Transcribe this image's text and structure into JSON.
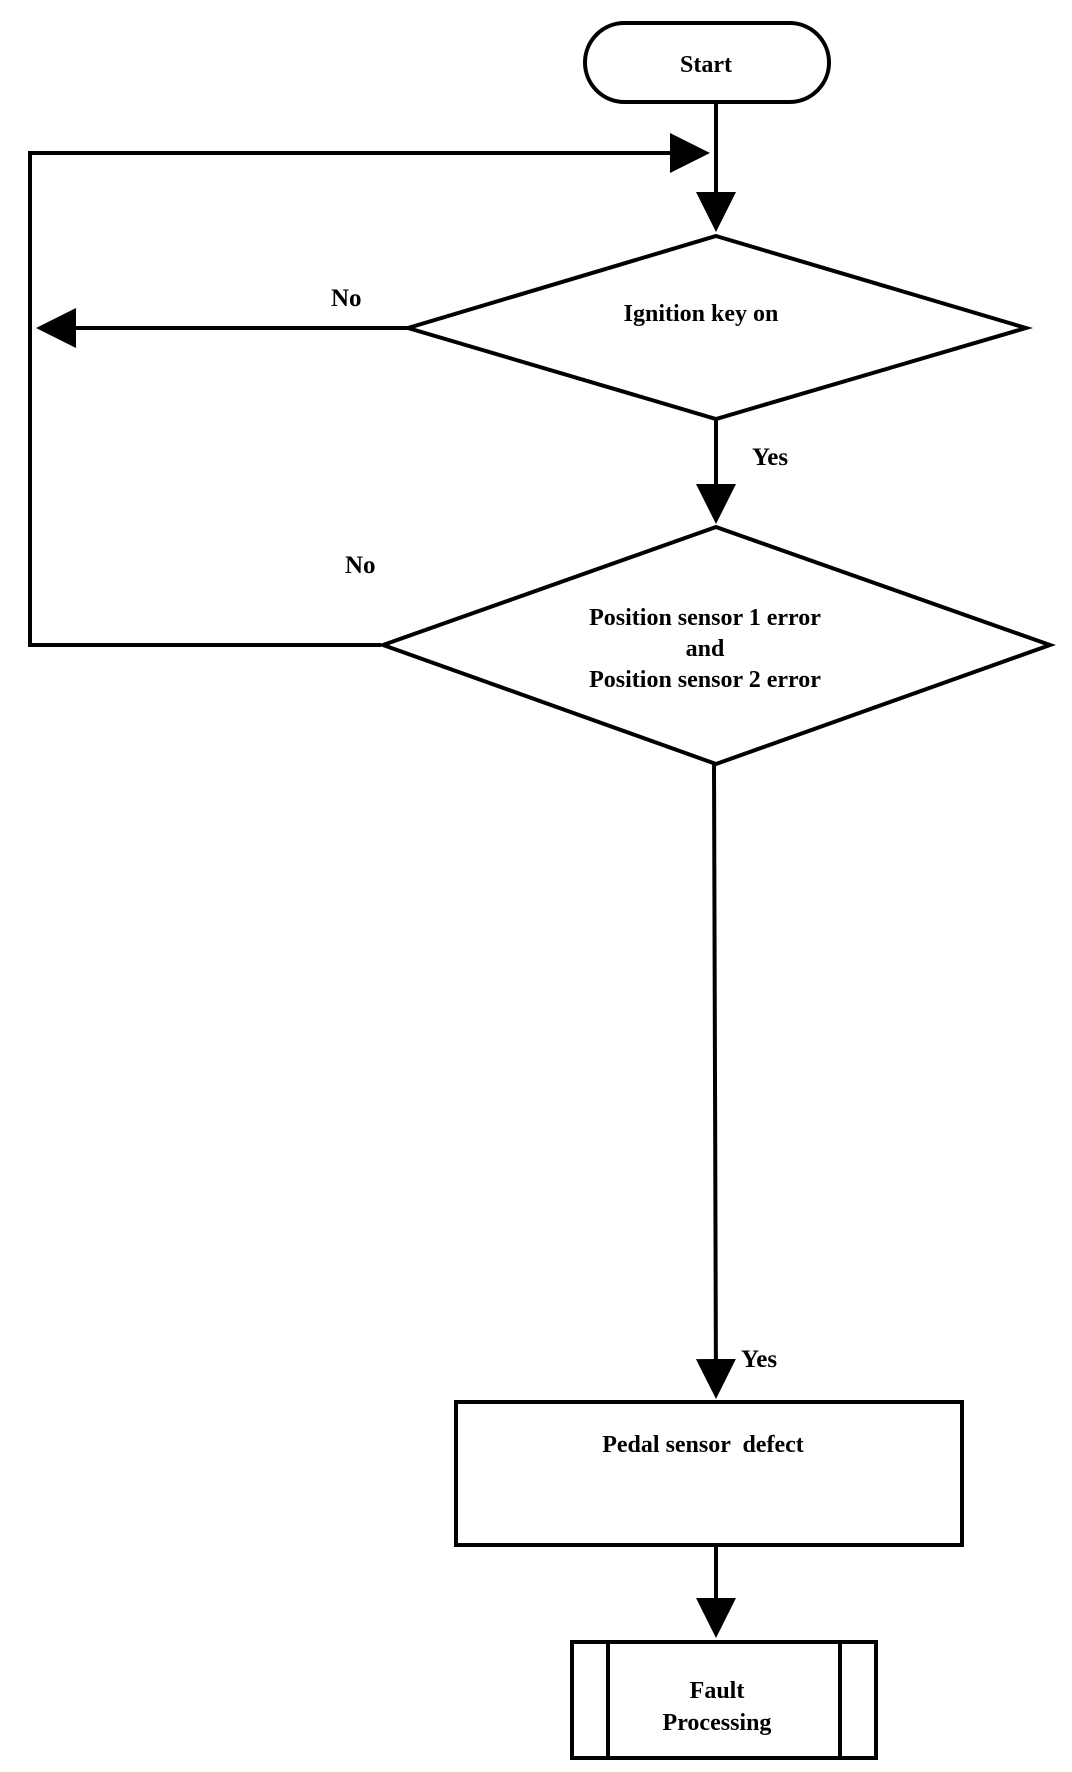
{
  "diagram": {
    "nodes": {
      "start": {
        "label": "Start"
      },
      "ignition": {
        "label": "Ignition key on"
      },
      "sensors": {
        "line1": "Position sensor 1 error",
        "line2": "and",
        "line3": "Position sensor 2 error"
      },
      "defect": {
        "label": "Pedal sensor  defect"
      },
      "fault": {
        "line1": "Fault",
        "line2": "Processing"
      }
    },
    "edges": {
      "ignition_no": "No",
      "ignition_yes": "Yes",
      "sensors_no": "No",
      "sensors_yes": "Yes"
    }
  }
}
